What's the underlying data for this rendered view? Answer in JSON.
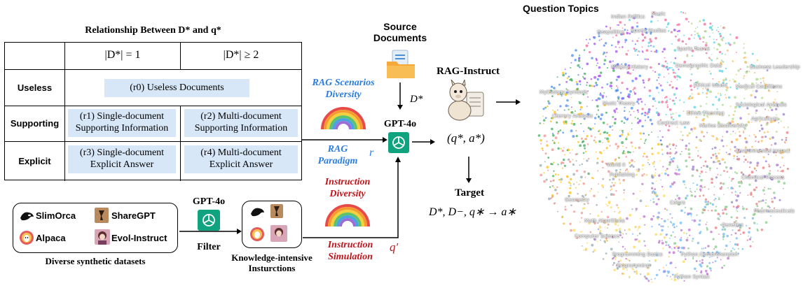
{
  "table": {
    "title": "Relationship Between D* and q*",
    "col_headers": [
      "|D*| = 1",
      "|D*| ≥ 2"
    ],
    "rows": [
      {
        "label": "Useless",
        "cells": [
          "(r0) Useless Documents"
        ]
      },
      {
        "label": "Supporting",
        "cells": [
          "(r1) Single-document Supporting Information",
          "(r2) Multi-document Supporting Information"
        ]
      },
      {
        "label": "Explicit",
        "cells": [
          "(r3) Single-document Explicit Answer",
          "(r4) Multi-document Explicit Answer"
        ]
      }
    ]
  },
  "datasets": {
    "items": [
      "SlimOrca",
      "ShareGPT",
      "Alpaca",
      "Evol-Instruct"
    ],
    "caption": "Diverse synthetic datasets"
  },
  "filter": {
    "model": "GPT-4o",
    "label": "Filter"
  },
  "knowledge": {
    "caption_line1": "Knowledge-intensive",
    "caption_line2": "Insturctions"
  },
  "source": {
    "line1": "Source",
    "line2": "Documents",
    "symbol": "D*"
  },
  "diversity": {
    "rag_scenarios_line1": "RAG  Scenarios",
    "rag_scenarios_line2": "Diversity",
    "rag_paradigm_line1": "RAG",
    "rag_paradigm_line2": "Paradigm",
    "r_symbol": "r",
    "instruction_div_line1": "Instruction",
    "instruction_div_line2": "Diversity",
    "instruction_sim_line1": "Instruction",
    "instruction_sim_line2": "Simulation",
    "q_symbol": "q′"
  },
  "center": {
    "model": "GPT-4o",
    "output": "(q*, a*)",
    "rag_instruct": "RAG-Instruct"
  },
  "target": {
    "label": "Target",
    "formula": "D*, D−, q∗ → a∗"
  },
  "topics": {
    "title": "Question Topics",
    "labels": [
      "Indian Politics",
      "Music",
      "Geopolitics",
      "Sports Studies",
      "Sports Teams",
      "Business Leadership",
      "Demographic Data",
      "Military History",
      "Mythology Symbols",
      "Music Theory",
      "Ethical Issues",
      "Medical Conditions",
      "Sociological Analysis",
      "Literary Analysis",
      "Ethics Planning",
      "Contract Law",
      "Marine Biodiversity",
      "Agriculture",
      "Environmental Impact",
      "World II",
      "Publishing",
      "Chemical Process",
      "Geometry",
      "Colors",
      "Pharmaceuticals",
      "Math Algorithms",
      "Genetics",
      "Computer Science",
      "Programming Basics",
      "Python Comprehension",
      "Programming",
      "Python Syntax"
    ]
  },
  "colors": {
    "accent_blue": "#2a7de1",
    "accent_red": "#c0141b",
    "cell_bg": "#d7e7f7",
    "gpt_green": "#10a37f"
  }
}
